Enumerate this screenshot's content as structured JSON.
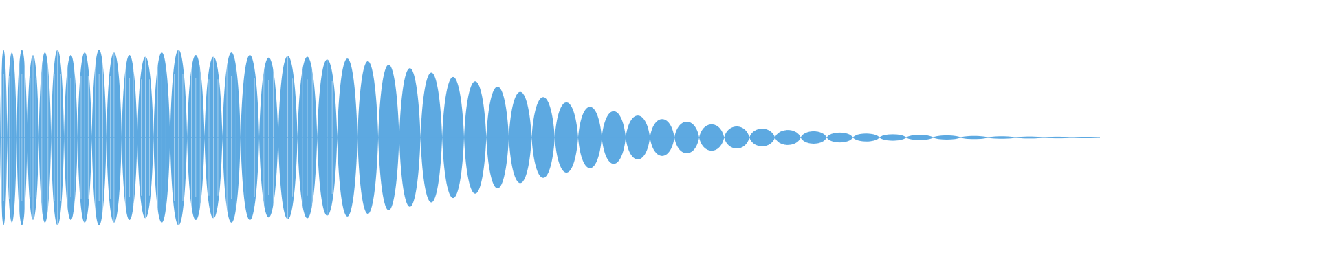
{
  "waveform": {
    "color": "#5DA9E1",
    "background": "#ffffff",
    "lobe_peak_amplitudes": [
      1.0,
      0.97,
      1.0,
      0.94,
      0.97,
      1.0,
      0.94,
      0.97,
      1.0,
      0.97,
      0.94,
      0.92,
      0.97,
      1.0,
      0.94,
      0.92,
      0.97,
      0.94,
      0.91,
      0.93,
      0.92,
      0.89,
      0.9,
      0.87,
      0.83,
      0.79,
      0.74,
      0.69,
      0.64,
      0.58,
      0.52,
      0.46,
      0.4,
      0.35,
      0.3,
      0.25,
      0.21,
      0.18,
      0.15,
      0.125,
      0.1,
      0.085,
      0.07,
      0.056,
      0.045,
      0.036,
      0.029,
      0.023,
      0.018,
      0.014,
      0.011,
      0.009,
      0.008
    ]
  }
}
